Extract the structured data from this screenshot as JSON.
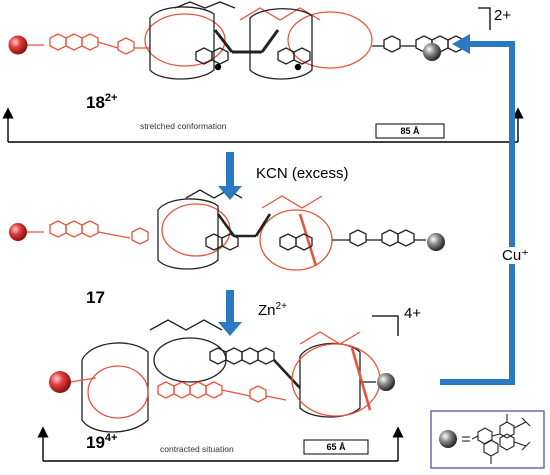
{
  "compounds": {
    "c18": {
      "label": "18",
      "charge": "2+"
    },
    "c17": {
      "label": "17"
    },
    "c19": {
      "label": "19",
      "charge": "4+"
    }
  },
  "reagents": {
    "kcn": "KCN (excess)",
    "zn": {
      "symbol": "Zn",
      "charge": "2+"
    },
    "cu": "Cu⁺"
  },
  "charges": {
    "top": "2+",
    "bottom": "4+"
  },
  "captions": {
    "stretched": "stretched conformation",
    "contracted": "contracted situation"
  },
  "distances": {
    "stretched": "85 Å",
    "contracted": "65 Å"
  },
  "colors": {
    "arrow_blue": "#2b79c2",
    "ring_red": "#e8533c",
    "structure_black": "#222222",
    "stopper_red": "#e03a3a",
    "stopper_grey": "#777777"
  },
  "icons": {
    "stopper_left": "red-sphere-stopper",
    "stopper_right": "grey-sphere-stopper",
    "legend": "tetraarylmethane-stopper"
  }
}
